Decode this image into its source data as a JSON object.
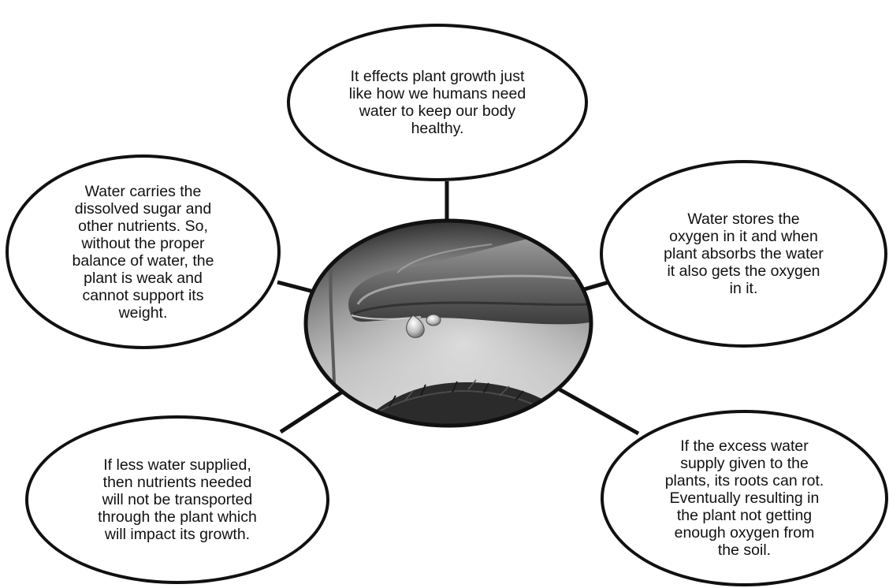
{
  "center": {
    "image_description": "hand-dripping-water-on-soil"
  },
  "bubbles": {
    "top": "It effects plant growth just\nlike how we humans need\nwater to keep our body\nhealthy.",
    "left": "Water carries the\ndissolved sugar and\nother nutrients. So,\nwithout the proper\nbalance of water, the\nplant is weak and\ncannot support its\nweight.",
    "right": "Water stores the\noxygen in it and when\nplant absorbs the water\nit also gets the oxygen\nin it.",
    "bottom_left": "If less water supplied,\nthen nutrients needed\nwill not be transported\nthrough the plant which\nwill impact its growth.",
    "bottom_right": "If the excess water\nsupply given to the\nplants, its roots can rot.\nEventually resulting in\nthe plant not getting\nenough oxygen from\nthe soil."
  },
  "colors": {
    "stroke": "#111111",
    "background": "#ffffff"
  }
}
